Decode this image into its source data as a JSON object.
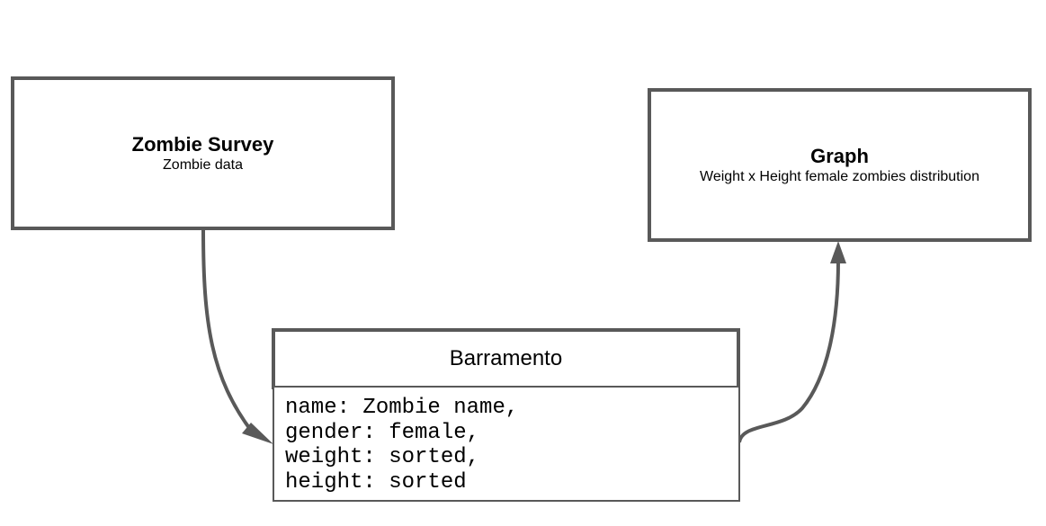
{
  "diagram": {
    "nodes": {
      "survey": {
        "title": "Zombie Survey",
        "subtitle": "Zombie data"
      },
      "graph": {
        "title": "Graph",
        "subtitle": "Weight x Height female zombies distribution"
      },
      "bus": {
        "header": "Barramento",
        "fields": [
          "name: Zombie name,",
          "gender: female,",
          "weight: sorted,",
          "height: sorted"
        ]
      }
    },
    "edges": [
      {
        "from": "Zombie Survey",
        "to": "Barramento"
      },
      {
        "from": "Barramento",
        "to": "Graph"
      }
    ],
    "colors": {
      "stroke": "#595959",
      "background": "#ffffff",
      "text": "#000000"
    }
  }
}
